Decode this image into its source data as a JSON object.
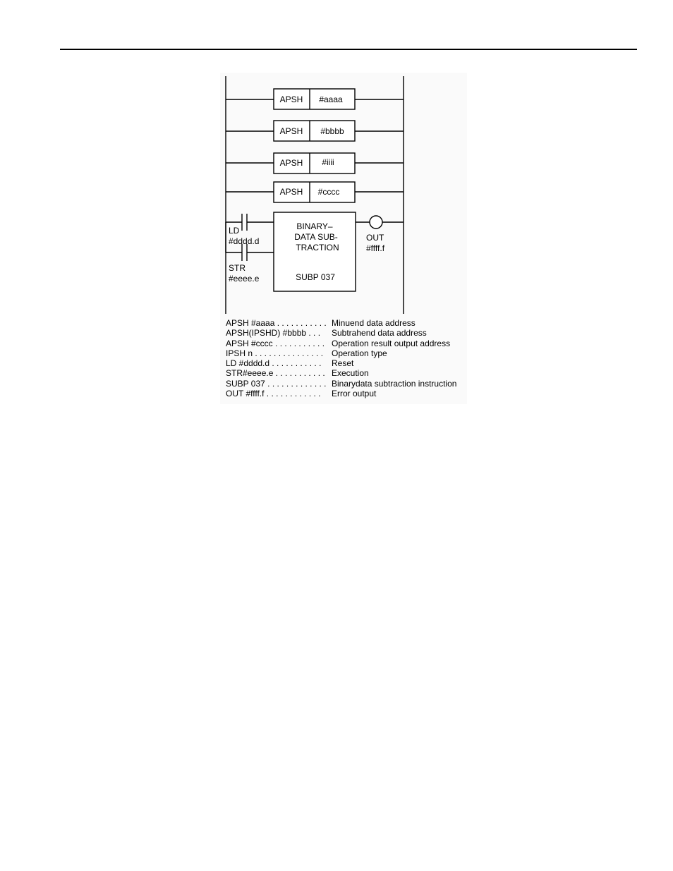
{
  "diagram": {
    "apsh_blocks": [
      {
        "instruction": "APSH",
        "operand": "#aaaa"
      },
      {
        "instruction": "APSH",
        "operand": "#bbbb"
      },
      {
        "instruction": "APSH",
        "operand": "#iiii"
      },
      {
        "instruction": "APSH",
        "operand": "#cccc"
      }
    ],
    "func_block": {
      "title_lines": [
        "BINARY–",
        "DATA SUB-",
        "TRACTION"
      ],
      "instruction": "SUBP 037"
    },
    "contacts": {
      "ld_label": "LD",
      "ld_address": "#dddd.d",
      "str_label": "STR",
      "str_address": "#eeee.e"
    },
    "coil": {
      "label": "OUT",
      "address": "#ffff.f"
    }
  },
  "legend": [
    {
      "key": "APSH #aaaa . . . . . . . . . . .",
      "desc": "Minuend data address"
    },
    {
      "key": "APSH(IPSHD)  #bbbb . . .",
      "desc": "Subtrahend data address"
    },
    {
      "key": "APSH #cccc  . . . . . . . . . . .",
      "desc": "Operation result output address"
    },
    {
      "key": "IPSH  n . . . . . . . . . . . . . . .",
      "desc": "Operation type"
    },
    {
      "key": "LD   #dddd.d  . . . . . . . . . . .",
      "desc": "Reset"
    },
    {
      "key": "STR#eeee.e  . . . . . . . . . . .",
      "desc": "Execution"
    },
    {
      "key": "SUBP 037 . . . . . . . . . . . . .",
      "desc": "Binarydata subtraction instruction"
    },
    {
      "key": "OUT    #ffff.f . . . . . . . . . . . .",
      "desc": "Error output"
    }
  ]
}
